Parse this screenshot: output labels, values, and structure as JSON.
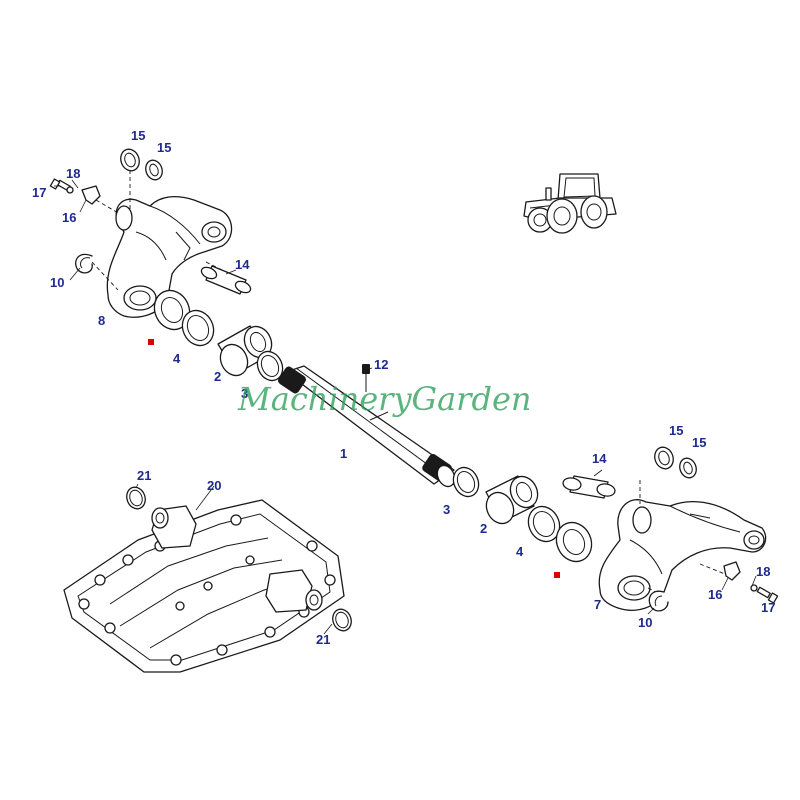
{
  "watermark": "MachineryGarden",
  "colors": {
    "label": "#1f2a8f",
    "watermark": "#2e9e5a",
    "marker": "#dd0000",
    "line": "#1a1a1a"
  },
  "labels": {
    "l15a": "15",
    "l15b": "15",
    "l18a": "18",
    "l17a": "17",
    "l16a": "16",
    "l10a": "10",
    "l8": "8",
    "l14a": "14",
    "l4a": "4",
    "l2a": "2",
    "l3a": "3",
    "l12": "12",
    "l1": "1",
    "l21a": "21",
    "l20": "20",
    "l3b": "3",
    "l2b": "2",
    "l4b": "4",
    "l14b": "14",
    "l15c": "15",
    "l15d": "15",
    "l7": "7",
    "l10b": "10",
    "l16b": "16",
    "l18b": "18",
    "l17b": "17",
    "l21b": "21"
  },
  "markers": [
    "new-part-marker-left",
    "new-part-marker-right"
  ],
  "icons": [
    "tractor-icon"
  ]
}
